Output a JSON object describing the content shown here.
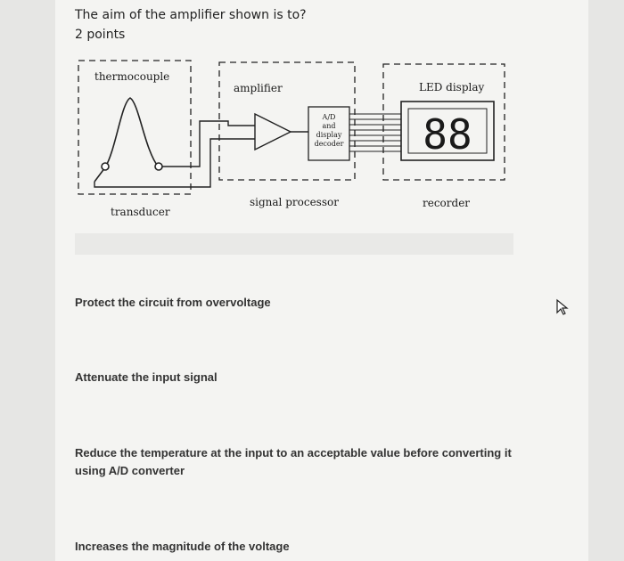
{
  "question": {
    "text": "The aim of the amplifier shown is to?",
    "points": "2 points"
  },
  "diagram": {
    "thermocouple": "thermocouple",
    "amplifier": "amplifier",
    "led_display": "LED display",
    "ad_line1": "A/D",
    "ad_line2": "and",
    "ad_line3": "display",
    "ad_line4": "decoder",
    "digits": "88",
    "transducer": "transducer",
    "signal_processor": "signal processor",
    "recorder": "recorder"
  },
  "options": [
    {
      "label": "Protect the circuit from overvoltage"
    },
    {
      "label": "Attenuate the input signal"
    },
    {
      "label": "Reduce the temperature at the input to an acceptable value before converting it using A/D converter"
    },
    {
      "label": "Increases the magnitude of the voltage"
    }
  ],
  "icons": {
    "cursor": "mouse-pointer-icon"
  }
}
